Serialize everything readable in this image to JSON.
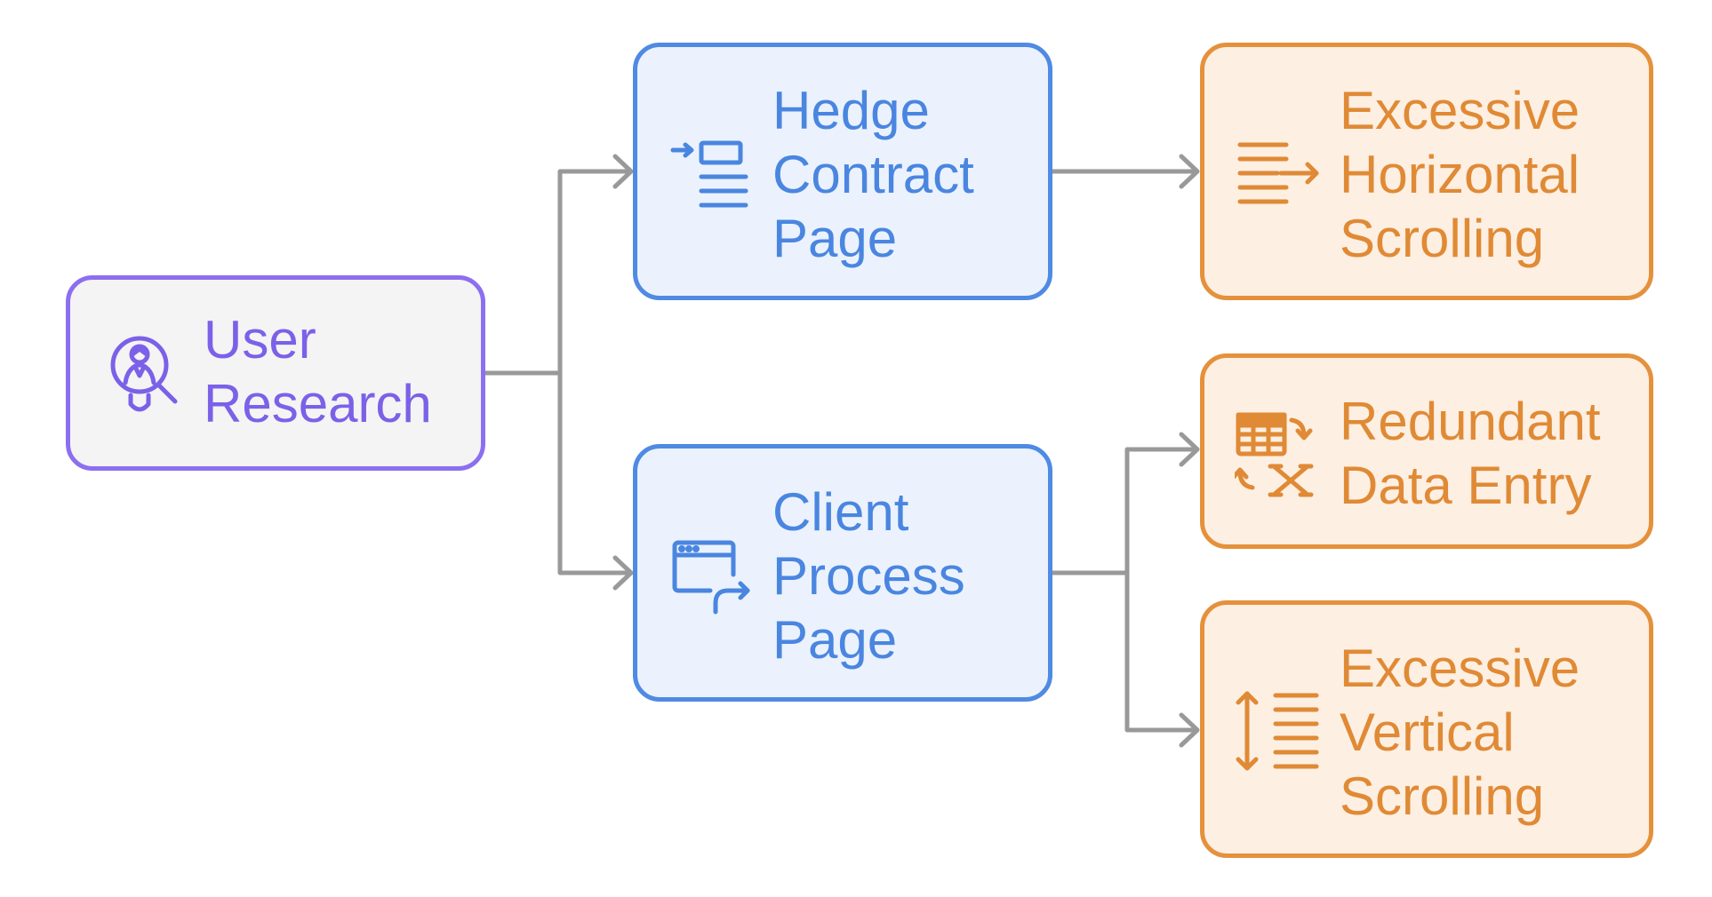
{
  "colors": {
    "purple": "#8c6ff0",
    "blue": "#4f8ae3",
    "orange": "#e5913c",
    "connector": "#999999"
  },
  "nodes": {
    "user_research": {
      "lines": [
        "User",
        "Research"
      ],
      "icon": "user-search-icon"
    },
    "hedge_contract": {
      "lines": [
        "Hedge",
        "Contract",
        "Page"
      ],
      "icon": "indent-list-icon"
    },
    "client_process": {
      "lines": [
        "Client",
        "Process",
        "Page"
      ],
      "icon": "browser-redirect-icon"
    },
    "horizontal_scrolling": {
      "lines": [
        "Excessive",
        "Horizontal",
        "Scrolling"
      ],
      "icon": "text-arrow-right-icon"
    },
    "redundant_entry": {
      "lines": [
        "Redundant",
        "Data Entry"
      ],
      "icon": "table-sync-x-icon"
    },
    "vertical_scrolling": {
      "lines": [
        "Excessive",
        "Vertical",
        "Scrolling"
      ],
      "icon": "vertical-scroll-icon"
    }
  },
  "edges": [
    {
      "from": "user_research",
      "to": "hedge_contract"
    },
    {
      "from": "user_research",
      "to": "client_process"
    },
    {
      "from": "hedge_contract",
      "to": "horizontal_scrolling"
    },
    {
      "from": "client_process",
      "to": "redundant_entry"
    },
    {
      "from": "client_process",
      "to": "vertical_scrolling"
    }
  ]
}
